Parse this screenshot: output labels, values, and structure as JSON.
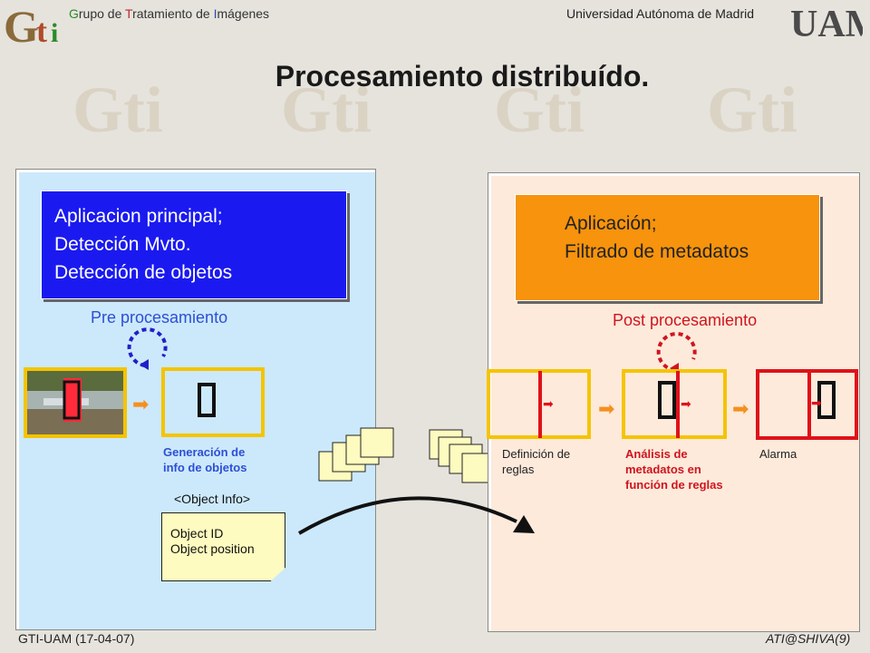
{
  "header": {
    "group_parts": [
      "G",
      "rupo de ",
      "T",
      "ratamiento de ",
      "I",
      "mágenes"
    ],
    "university": "Universidad Autónoma de Madrid",
    "logo_left": "Gti",
    "logo_right": "UAM"
  },
  "title": "Procesamiento distribuído.",
  "left": {
    "app_lines": [
      "Aplicacion principal;",
      "Detección Mvto.",
      "Detección de objetos"
    ],
    "stage_label": "Pre procesamiento",
    "gen_label_1": "Generación de",
    "gen_label_2": "info de objetos",
    "object_info_tag": "<Object Info>",
    "note_line_1": "Object ID",
    "note_line_2": "Object position"
  },
  "right": {
    "app_lines": [
      "Aplicación;",
      "Filtrado de metadatos"
    ],
    "stage_label": "Post procesamiento",
    "rule_def_1": "Definición de",
    "rule_def_2": "reglas",
    "analysis_1": "Análisis de",
    "analysis_2": "metadatos en",
    "analysis_3": "función de reglas",
    "alarm": "Alarma"
  },
  "footer": {
    "left": "GTI-UAM  (17-04-07)",
    "right": "ATI@SHIVA(9)"
  },
  "colors": {
    "left_panel": "#cce9fb",
    "right_panel": "#fdeadb",
    "app_main": "#1a1af0",
    "app_filter": "#f7930c",
    "yellow_border": "#f5c400",
    "red_border": "#e0111a",
    "arrow_orange": "#f5901e"
  },
  "icons": [
    "logo-gti-icon",
    "logo-uam-icon",
    "loop-icon",
    "arrow-right-icon",
    "document-stack-icon",
    "curved-arrow-icon"
  ]
}
